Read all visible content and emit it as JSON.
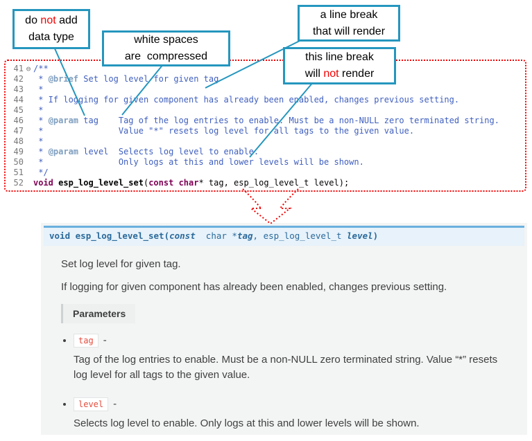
{
  "colors": {
    "callout_border": "#2596be",
    "highlight_red": "#f20000",
    "code_frame_red": "#f40000",
    "code_comment": "#3f5fbf",
    "code_doctag": "#7f9fbf",
    "code_keyword": "#7f0055",
    "signature_bg": "#e7f2fa",
    "signature_border": "#6ab0de",
    "param_name_red": "#e74c3c",
    "doc_panel_bg": "#f3f4f4"
  },
  "callouts": {
    "no_datatype": {
      "lines": [
        [
          {
            "t": "do "
          },
          {
            "t": "not",
            "c": "red"
          },
          {
            "t": " add"
          }
        ],
        [
          {
            "t": "data type"
          }
        ]
      ]
    },
    "whitespace": {
      "lines": [
        [
          {
            "t": "white spaces"
          }
        ],
        [
          {
            "t": "are  compressed"
          }
        ]
      ]
    },
    "break_render": {
      "lines": [
        [
          {
            "t": "a line break"
          }
        ],
        [
          {
            "t": "that will render"
          }
        ]
      ]
    },
    "break_norender": {
      "lines": [
        [
          {
            "t": "this line break"
          }
        ],
        [
          {
            "t": "will "
          },
          {
            "t": "not",
            "c": "red"
          },
          {
            "t": " render"
          }
        ]
      ]
    }
  },
  "code": {
    "lines": [
      {
        "n": "41",
        "fold": "⊖",
        "segs": [
          {
            "t": "/**",
            "c": "cmt"
          }
        ]
      },
      {
        "n": "42",
        "segs": [
          {
            "t": " * ",
            "c": "cmt"
          },
          {
            "t": "@brief",
            "c": "doctag"
          },
          {
            "t": " Set log level for given tag",
            "c": "cmt"
          }
        ]
      },
      {
        "n": "43",
        "segs": [
          {
            "t": " *",
            "c": "cmt"
          }
        ]
      },
      {
        "n": "44",
        "segs": [
          {
            "t": " * If logging for given component has already been enabled, changes previous setting.",
            "c": "cmt"
          }
        ]
      },
      {
        "n": "45",
        "segs": [
          {
            "t": " *",
            "c": "cmt"
          }
        ]
      },
      {
        "n": "46",
        "segs": [
          {
            "t": " * ",
            "c": "cmt"
          },
          {
            "t": "@param",
            "c": "doctag"
          },
          {
            "t": " tag    Tag of the log entries to enable. Must be a non-NULL zero terminated string.",
            "c": "cmt"
          }
        ]
      },
      {
        "n": "47",
        "segs": [
          {
            "t": " *               Value \"*\" resets log level for all tags to the given value.",
            "c": "cmt"
          }
        ]
      },
      {
        "n": "48",
        "segs": [
          {
            "t": " *",
            "c": "cmt"
          }
        ]
      },
      {
        "n": "49",
        "segs": [
          {
            "t": " * ",
            "c": "cmt"
          },
          {
            "t": "@param",
            "c": "doctag"
          },
          {
            "t": " level  Selects log level to enable.",
            "c": "cmt"
          }
        ]
      },
      {
        "n": "50",
        "segs": [
          {
            "t": " *               Only logs at this and lower levels will be shown.",
            "c": "cmt"
          }
        ]
      },
      {
        "n": "51",
        "segs": [
          {
            "t": " */",
            "c": "cmt"
          }
        ]
      },
      {
        "n": "52",
        "segs": [
          {
            "t": "void",
            "c": "kw"
          },
          {
            "t": " ",
            "c": ""
          },
          {
            "t": "esp_log_level_set",
            "c": "fn"
          },
          {
            "t": "(",
            "c": ""
          },
          {
            "t": "const",
            "c": "kw"
          },
          {
            "t": " ",
            "c": ""
          },
          {
            "t": "char",
            "c": "kw"
          },
          {
            "t": "* tag, esp_log_level_t level);",
            "c": ""
          }
        ]
      }
    ]
  },
  "doc": {
    "signature": [
      {
        "t": "void ",
        "c": "sig-b"
      },
      {
        "t": "esp_log_level_set",
        "c": "sig-b"
      },
      {
        "t": "(",
        "c": "sig-b"
      },
      {
        "t": "const",
        "c": "sig-bi"
      },
      {
        "t": "  char *",
        "c": ""
      },
      {
        "t": "tag",
        "c": "sig-bi"
      },
      {
        "t": ", ",
        "c": ""
      },
      {
        "t": "esp_log_level_t ",
        "c": ""
      },
      {
        "t": "level",
        "c": "sig-bi"
      },
      {
        "t": ")",
        "c": "sig-b"
      }
    ],
    "brief": "Set log level for given tag.",
    "detail": "If logging for given component has already been enabled, changes previous setting.",
    "parameters_label": "Parameters",
    "params": [
      {
        "name": "tag",
        "dash": "-",
        "desc": "Tag of the log entries to enable. Must be a non-NULL zero terminated string. Value “*” resets log level for all tags to the given value."
      },
      {
        "name": "level",
        "dash": "-",
        "desc": "Selects log level to enable. Only logs at this and lower levels will be shown."
      }
    ]
  }
}
